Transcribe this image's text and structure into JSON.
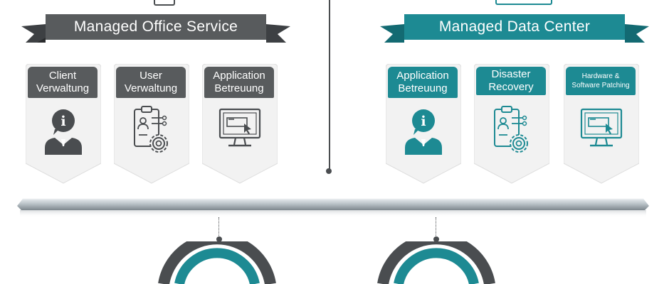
{
  "left_section": {
    "title": "Managed Office Service",
    "cards": [
      {
        "line1": "Client",
        "line2": "Verwaltung",
        "icon": "info-person-icon"
      },
      {
        "line1": "User",
        "line2": "Verwaltung",
        "icon": "clipboard-gear-icon"
      },
      {
        "line1": "Application",
        "line2": "Betreuung",
        "icon": "monitor-cursor-icon"
      }
    ]
  },
  "right_section": {
    "title": "Managed Data Center",
    "cards": [
      {
        "line1": "Application",
        "line2": "Betreuung",
        "icon": "info-person-icon"
      },
      {
        "line1": "Disaster",
        "line2": "Recovery",
        "icon": "clipboard-gear-icon"
      },
      {
        "line1": "Hardware &",
        "line2": "Software Patching",
        "icon": "monitor-cursor-icon"
      }
    ]
  },
  "colors": {
    "dark_gray": "#4a4d50",
    "banner_gray": "#585b5d",
    "teal": "#1d8a93",
    "teal_dark": "#136a72",
    "card_bg": "#f2f2f2"
  }
}
